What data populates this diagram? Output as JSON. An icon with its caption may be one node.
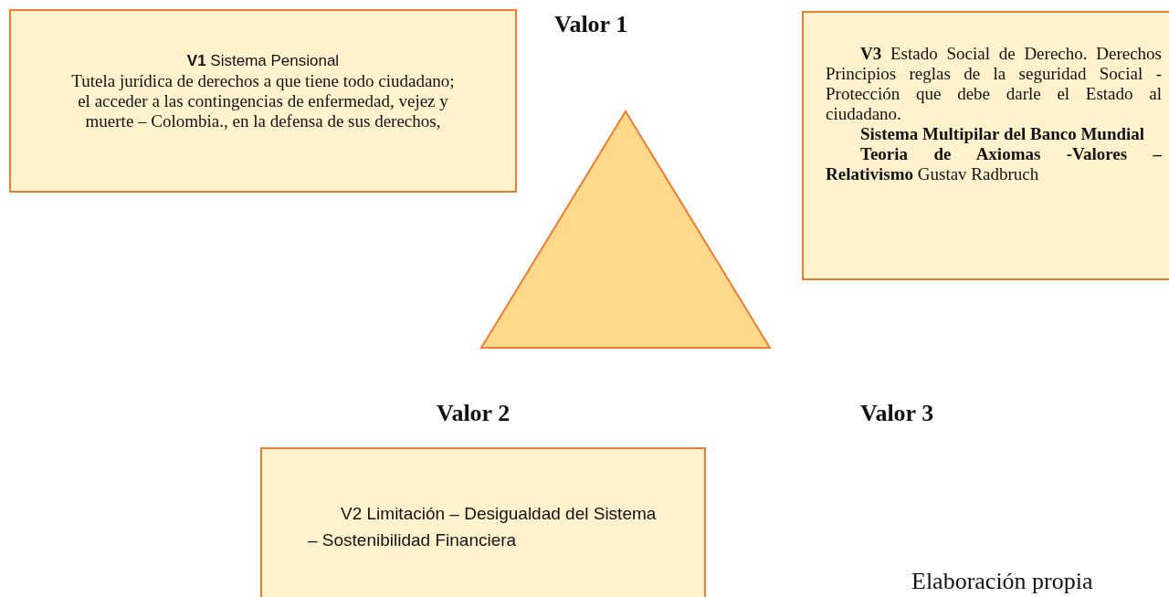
{
  "diagram": {
    "nodes": [
      {
        "text": [
          "**V1** Sistema Pensional",
          "Tutela jurídica de derechos a que tiene todo ciudadano; el acceder a las contingencias de enfermedad, vejez y muerte – Colombia., en la defensa de sus derechos,"
        ]
      },
      {
        "text": [],
        "shape": "triangle"
      },
      {
        "text": [
          "**V3** Estado Social de Derecho. Derechos Principios reglas de la seguridad Social - Protección que debe darle el Estado al ciudadano.",
          "**Sistema Multipilar del Banco Mundial**",
          "**Teoria de Axiomas -Valores – Relativismo** Gustav Radbruch"
        ]
      },
      {
        "text": [
          "V2 Limitación – Desigualdad del Sistema – Sostenibilidad Financiera"
        ]
      }
    ],
    "labels": [
      "Valor 1",
      "Valor 2",
      "Valor 3",
      "Elaboración propia"
    ]
  }
}
